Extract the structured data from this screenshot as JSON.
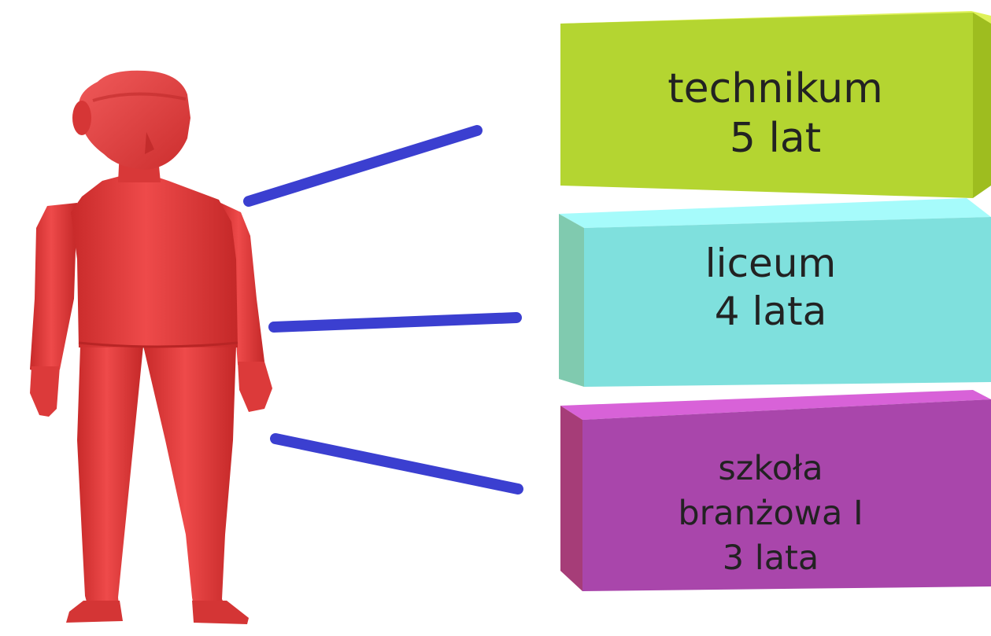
{
  "boxes": [
    {
      "lines": [
        "technikum",
        "5 lat"
      ],
      "color": "#b4d531"
    },
    {
      "lines": [
        "liceum",
        "4 lata"
      ],
      "color": "#7fe0dd"
    },
    {
      "lines": [
        "szkoła",
        "branżowa I",
        "3 lata"
      ],
      "color": "#a946ab"
    }
  ],
  "colors": {
    "figure": "#e23b3b",
    "connector": "#3b3fd0"
  }
}
